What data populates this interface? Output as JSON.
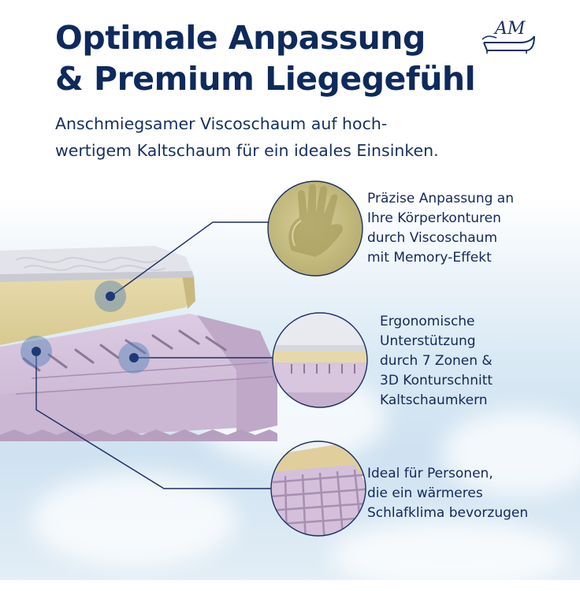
{
  "title_lines": [
    "Optimale Anpassung",
    "& Premium Liegegefühl"
  ],
  "subtitle_lines": [
    "Anschmiegsamer Viscoschaum auf hoch-",
    "wertigem Kaltschaum für ein ideales Einsinken."
  ],
  "logo": {
    "text": "AM",
    "icon": "mattress-logo-icon"
  },
  "features": [
    {
      "lines": [
        "Präzise Anpassung an",
        "Ihre Körperkonturen",
        "durch Viscoschaum",
        "mit Memory-Effekt"
      ],
      "image": "memory-foam-handprint"
    },
    {
      "lines": [
        "Ergonomische",
        "Unterstützung",
        "durch 7 Zonen &",
        "3D Konturschnitt",
        "Kaltschaumkern"
      ],
      "image": "mattress-layers-closeup"
    },
    {
      "lines": [
        "Ideal für Personen,",
        "die ein wärmeres",
        "Schlafklima bevorzugen"
      ],
      "image": "foam-cube-cut-closeup"
    }
  ],
  "colors": {
    "navy": "#0e2a5c",
    "foam_yellow": "#e3d5a6",
    "foam_lilac": "#d2bfd9",
    "cover_grey": "#dcdde3"
  }
}
